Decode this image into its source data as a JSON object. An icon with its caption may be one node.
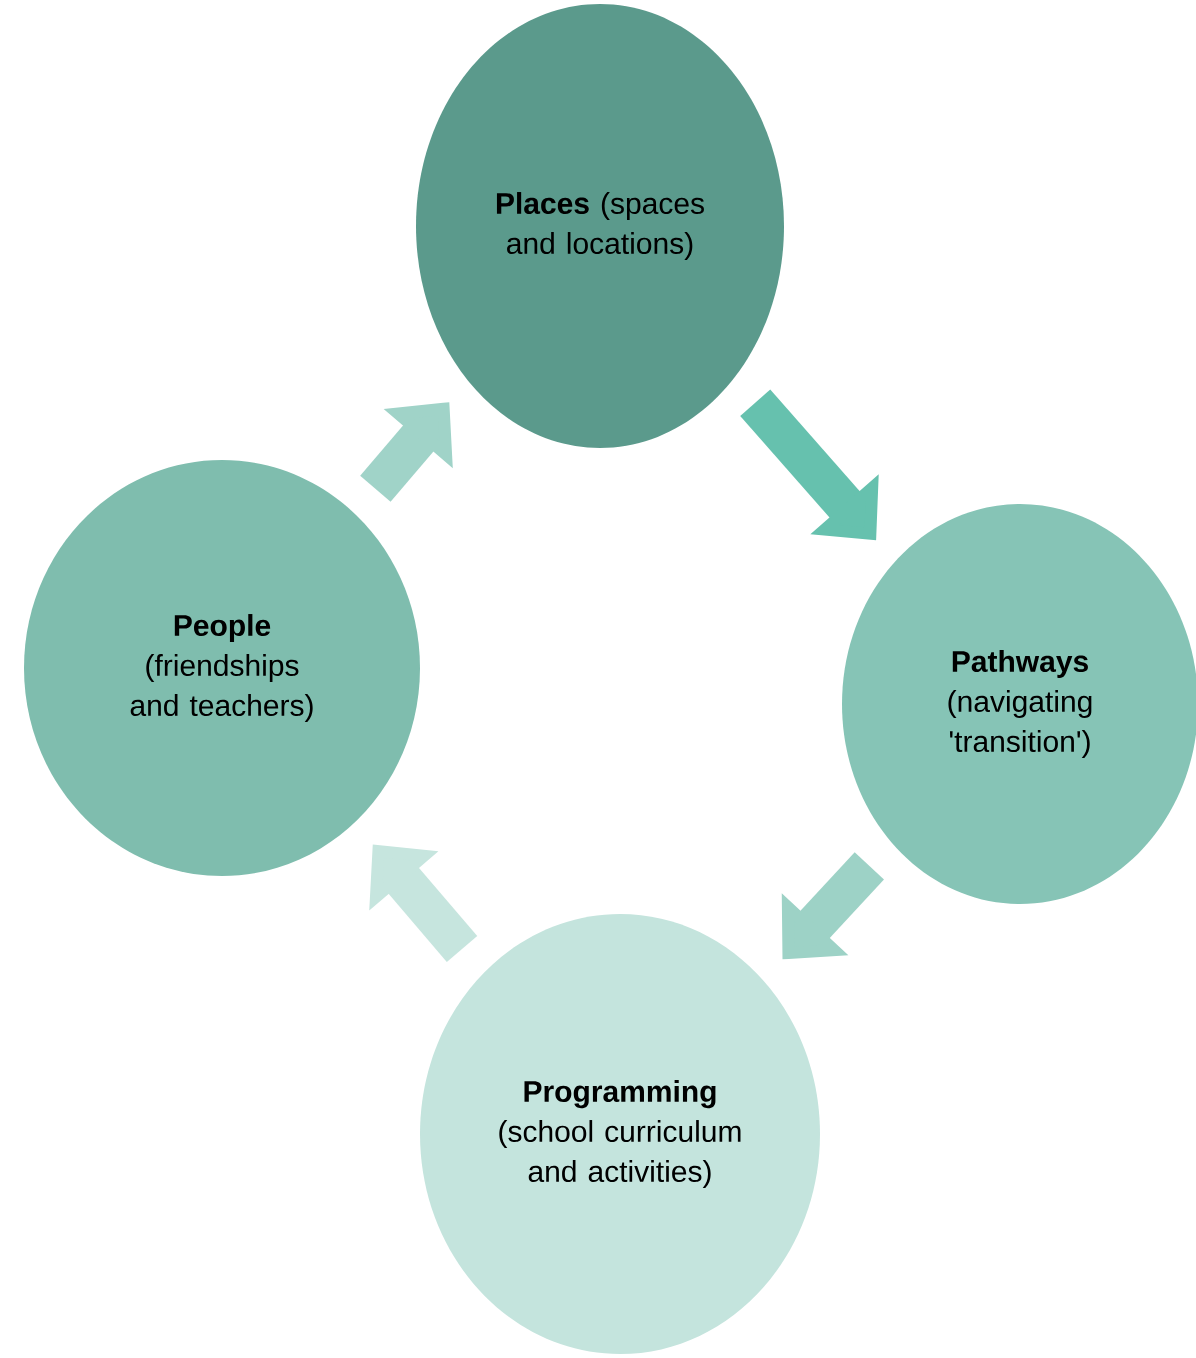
{
  "diagram": {
    "nodes": [
      {
        "text": [
          "**Places** (spaces and locations)"
        ]
      },
      {
        "text": [
          "**Pathways** (navigating 'transition')"
        ]
      },
      {
        "text": [
          "**Programming** (school curriculum and activities)"
        ]
      },
      {
        "text": [
          "**People** (friendships and teachers)"
        ]
      }
    ],
    "edges": [
      {
        "from": 3,
        "to": 0,
        "arrow": "to",
        "color": "#a0d3c8"
      },
      {
        "from": 0,
        "to": 1,
        "arrow": "to",
        "color": "#66c1ae"
      },
      {
        "from": 1,
        "to": 2,
        "arrow": "to",
        "color": "#9dd2c6"
      },
      {
        "from": 2,
        "to": 3,
        "arrow": "to",
        "color": "#c6e5de"
      }
    ]
  }
}
